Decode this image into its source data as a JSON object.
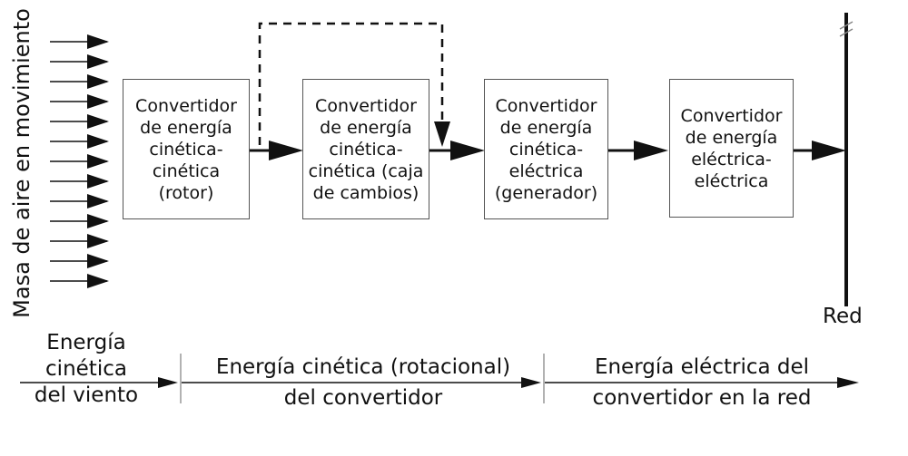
{
  "diagram": {
    "input_label": "Masa de aire en movimiento",
    "blocks": [
      {
        "text": "Convertidor\nde energía\ncinética-\ncinética\n(rotor)"
      },
      {
        "text": "Convertidor\nde energía\ncinética-\ncinética (caja\nde cambios)"
      },
      {
        "text": "Convertidor\nde energía\ncinética-\neléctrica\n(generador)"
      },
      {
        "text": "Convertidor\nde energía\neléctrica-\neléctrica"
      }
    ],
    "grid_label": "Red",
    "stages": [
      {
        "text": "Energía\ncinética\ndel viento"
      },
      {
        "text": "Energía cinética (rotacional)\ndel convertidor"
      },
      {
        "text": "Energía eléctrica del\nconvertidor en la red"
      }
    ]
  }
}
